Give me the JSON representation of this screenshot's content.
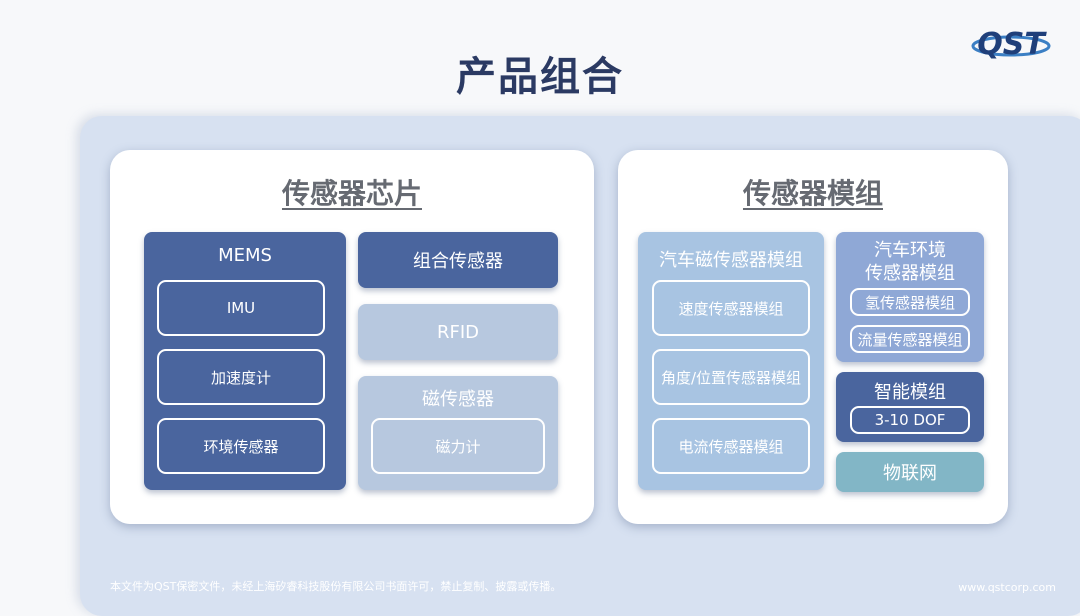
{
  "title": "产品组合",
  "logo": {
    "text": "QST"
  },
  "chips_card": {
    "title": "传感器芯片",
    "mems": {
      "title": "MEMS",
      "items": [
        "IMU",
        "加速度计",
        "环境传感器"
      ]
    },
    "combo": "组合传感器",
    "rfid": "RFID",
    "magnetic": {
      "title": "磁传感器",
      "items": [
        "磁力计"
      ]
    }
  },
  "modules_card": {
    "title": "传感器模组",
    "auto_magnetic": {
      "title": "汽车磁传感器模组",
      "items": [
        "速度传感器模组",
        "角度/位置传感器模组",
        "电流传感器模组"
      ]
    },
    "auto_env": {
      "title_line1": "汽车环境",
      "title_line2": "传感器模组",
      "items": [
        "氢传感器模组",
        "流量传感器模组"
      ]
    },
    "smart": {
      "title": "智能模组",
      "items": [
        "3-10 DOF"
      ]
    },
    "iot": "物联网"
  },
  "footer": {
    "notice": "本文件为QST保密文件，未经上海矽睿科技股份有限公司书面许可，禁止复制、披露或传播。",
    "website": "www.qstcorp.com"
  },
  "colors": {
    "title": "#2b3a63",
    "dark_box": "#4a659e",
    "pale_box": "#b7c8df",
    "light_box": "#a8c4e2",
    "mid_box": "#8fa8d6",
    "teal_box": "#82b6c6",
    "backdrop": "#d7e1f1"
  }
}
